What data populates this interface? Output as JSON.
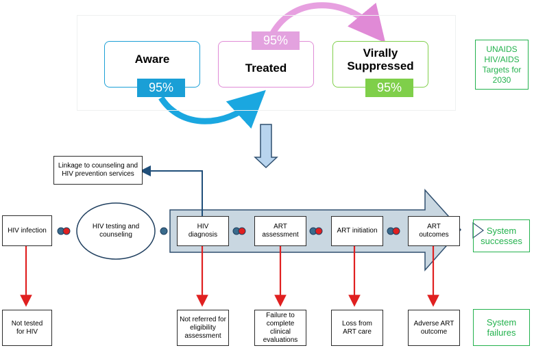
{
  "targets": {
    "aware": {
      "label": "Aware",
      "pct": "95%"
    },
    "treated": {
      "label": "Treated",
      "pct": "95%"
    },
    "suppressed": {
      "label": "Virally\nSuppressed",
      "pct": "95%"
    },
    "side_label": "UNAIDS HIV/AIDS Targets for 2030"
  },
  "cascade": {
    "linkage": "Linkage to counseling and HIV prevention services",
    "infection": "HIV infection",
    "testing": "HIV testing and counseling",
    "diagnosis": "HIV diagnosis",
    "assessment": "ART assessment",
    "initiation": "ART initiation",
    "outcomes": "ART outcomes"
  },
  "failures": {
    "not_tested": "Not tested for HIV",
    "not_referred": "Not referred for eligibility assessment",
    "failure_eval": "Failure to complete clinical evaluations",
    "loss": "Loss from ART care",
    "adverse": "Adverse ART outcome"
  },
  "labels": {
    "successes": "System successes",
    "failures": "System failures"
  },
  "colors": {
    "aware": "#1a9fd6",
    "treated": "#e08ad6",
    "suppressed": "#7fcf4a",
    "green": "#22b14c",
    "red": "#e02020",
    "navy": "#1f4e79"
  }
}
